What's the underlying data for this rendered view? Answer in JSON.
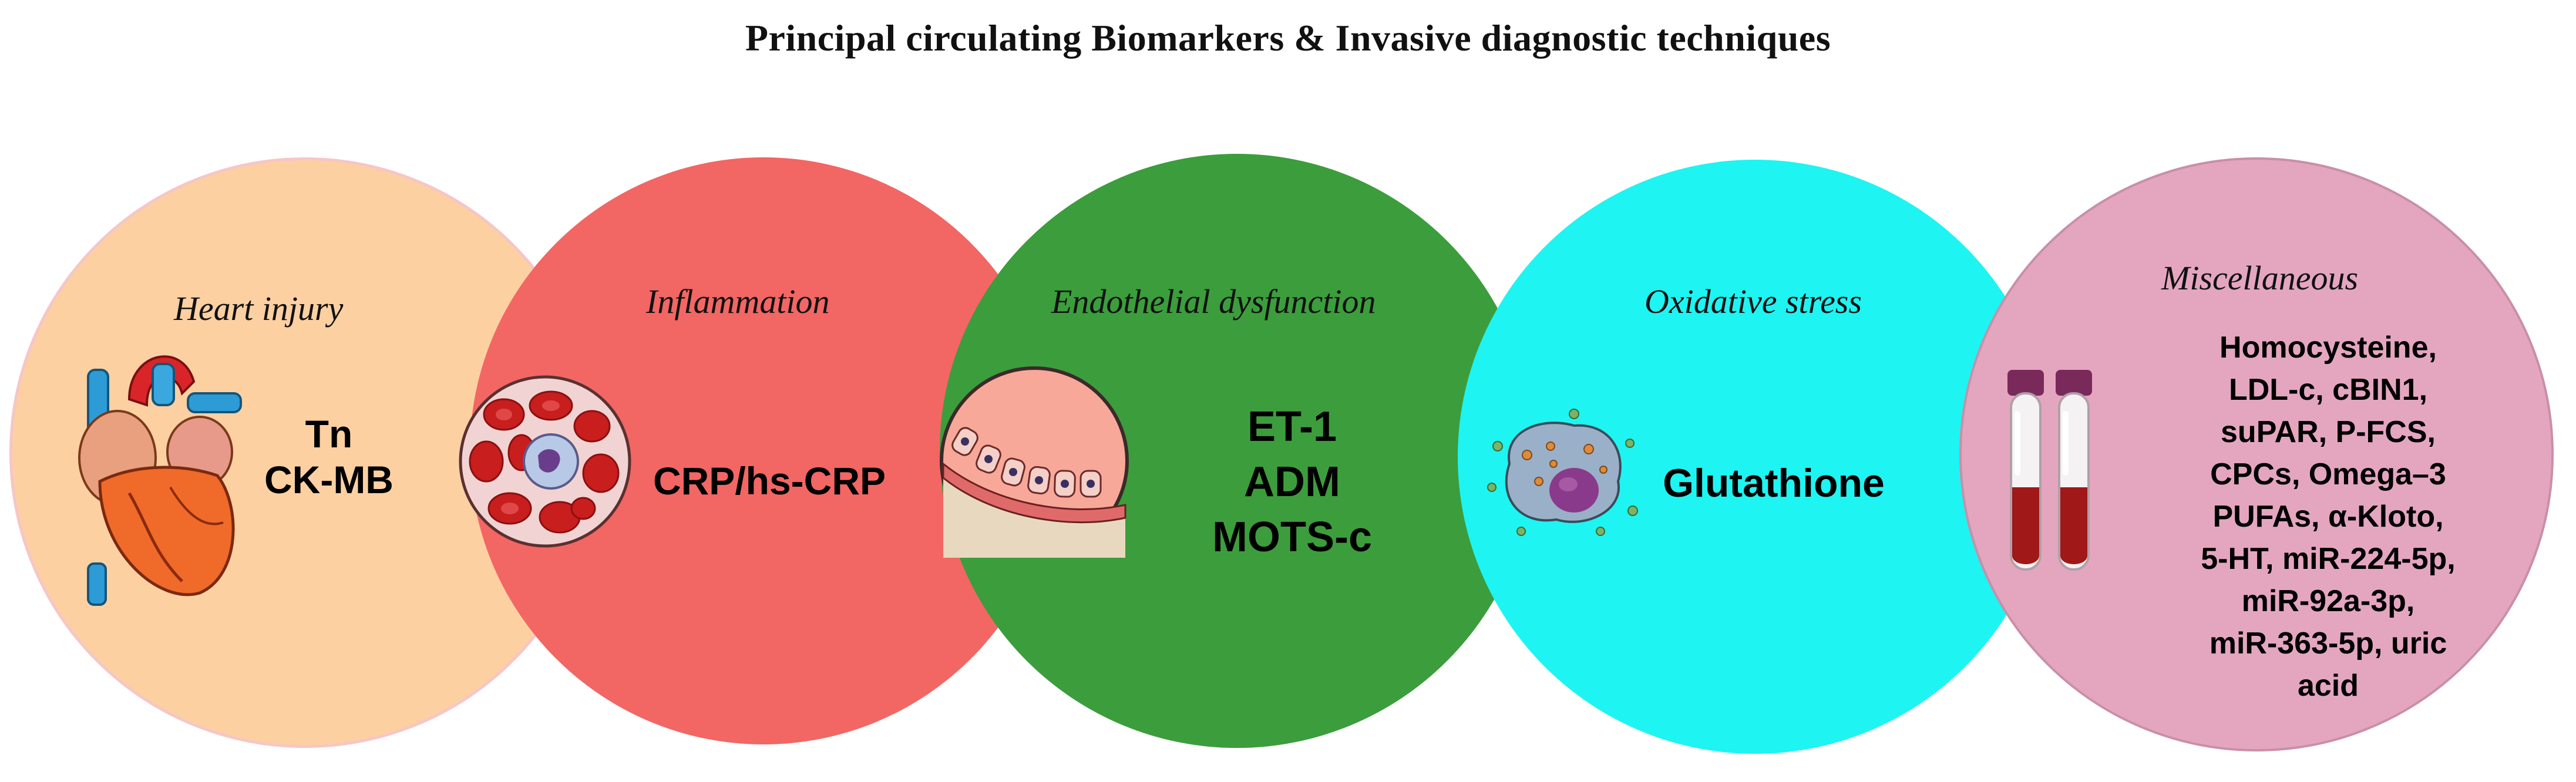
{
  "title": "Principal circulating Biomarkers & Invasive diagnostic techniques",
  "categories": [
    {
      "name": "Heart injury",
      "color": "#fdd0a2",
      "icon": "heart-icon",
      "biomarkers": [
        "Tn",
        "CK-MB"
      ]
    },
    {
      "name": "Inflammation",
      "color": "#f26664",
      "icon": "blood-cells-icon",
      "biomarkers": [
        "CRP/hs-CRP"
      ]
    },
    {
      "name": "Endothelial dysfunction",
      "color": "#3c9d3c",
      "icon": "blood-vessel-icon",
      "biomarkers": [
        "ET-1",
        "ADM",
        "MOTS-c"
      ]
    },
    {
      "name": "Oxidative stress",
      "color": "#1ef4f2",
      "icon": "cell-icon",
      "biomarkers": [
        "Glutathione"
      ]
    },
    {
      "name": "Miscellaneous",
      "color": "#e4a6bf",
      "icon": "blood-tubes-icon",
      "biomarkers": [
        "Homocysteine,",
        "LDL-c, cBIN1,",
        "suPAR, P-FCS,",
        "CPCs, Omega–3",
        "PUFAs, α-Kloto,",
        "5-HT, miR-224-5p,",
        "miR-92a-3p,",
        "miR-363-5p, uric",
        "acid"
      ]
    }
  ]
}
